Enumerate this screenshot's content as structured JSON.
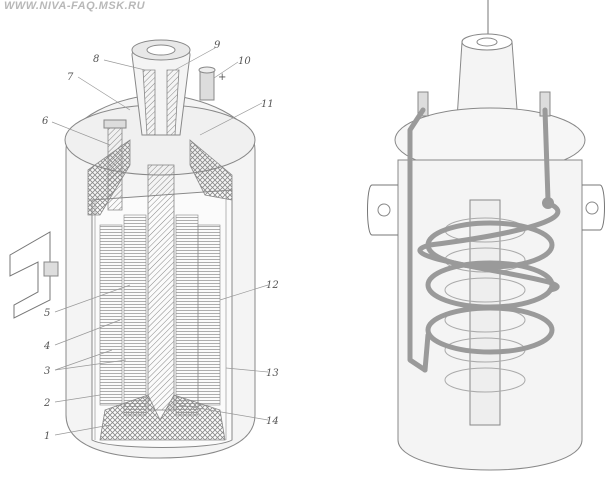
{
  "watermark": "WWW.NIVA-FAQ.MSK.RU",
  "left_figure": {
    "callouts": [
      {
        "id": "1",
        "label": "1"
      },
      {
        "id": "2",
        "label": "2"
      },
      {
        "id": "3",
        "label": "3"
      },
      {
        "id": "4",
        "label": "4"
      },
      {
        "id": "5",
        "label": "5"
      },
      {
        "id": "6",
        "label": "6"
      },
      {
        "id": "7",
        "label": "7"
      },
      {
        "id": "8",
        "label": "8"
      },
      {
        "id": "9",
        "label": "9"
      },
      {
        "id": "10",
        "label": "10"
      },
      {
        "id": "11",
        "label": "11"
      },
      {
        "id": "12",
        "label": "12"
      },
      {
        "id": "13",
        "label": "13"
      },
      {
        "id": "14",
        "label": "14"
      }
    ],
    "terminal_sign": "+"
  }
}
